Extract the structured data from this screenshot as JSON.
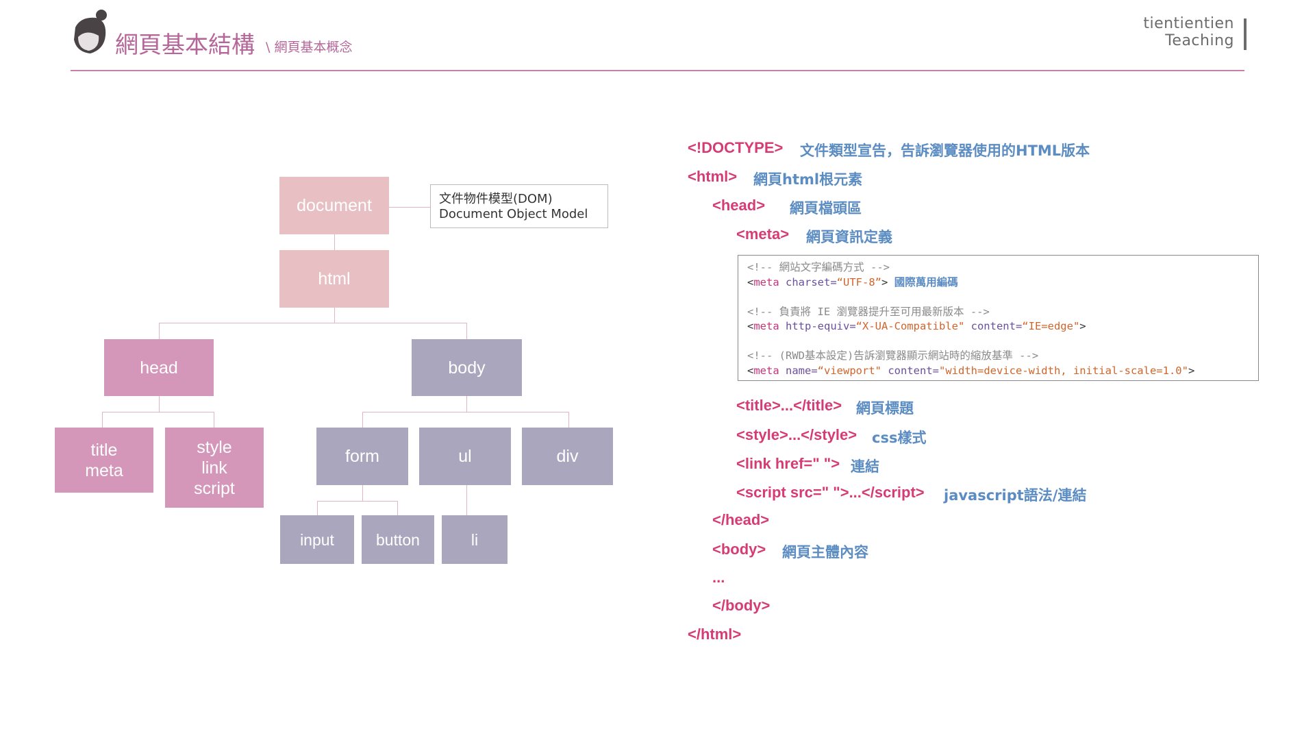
{
  "header": {
    "title": "網頁基本結構",
    "subtitle": "\\ 網頁基本概念",
    "logo_text": "tientientien",
    "brand_line1": "tientientien",
    "brand_line2": "Teaching"
  },
  "diagram": {
    "document": "document",
    "dom_note_1": "文件物件模型(DOM)",
    "dom_note_2": "Document Object Model",
    "html": "html",
    "head": "head",
    "body": "body",
    "head_child_1": "title\nmeta",
    "head_child_2": "style\nlink\nscript",
    "form": "form",
    "ul": "ul",
    "div": "div",
    "input": "input",
    "button": "button",
    "li": "li"
  },
  "structure": [
    {
      "tag": "<!DOCTYPE>",
      "desc": "文件類型宣告，告訴瀏覽器使用的HTML版本"
    },
    {
      "tag": "<html>",
      "desc": "網頁html根元素"
    },
    {
      "tag": "<head>",
      "desc": "網頁檔頭區"
    },
    {
      "tag": "<meta>",
      "desc": "網頁資訊定義"
    },
    {
      "tag": "<title>...</title>",
      "desc": "網頁標題"
    },
    {
      "tag": "<style>...</style>",
      "desc": "css樣式"
    },
    {
      "tag": "<link href=\" \">",
      "desc": "連結"
    },
    {
      "tag": "<script src=\" \">...</script>",
      "desc": "javascript語法/連結"
    },
    {
      "tag": "</head>"
    },
    {
      "tag": "<body>",
      "desc": "網頁主體內容"
    },
    {
      "tag": "..."
    },
    {
      "tag": "</body>"
    },
    {
      "tag": "</html>"
    }
  ],
  "code": {
    "c1": "<!-- 網站文字編碼方式 -->",
    "c1_note": "國際萬用編碼",
    "c2": "<!-- 負責將 IE 瀏覽器提升至可用最新版本 -->",
    "c3": "<!-- (RWD基本設定)告訴瀏覽器顯示網站時的縮放基準 -->",
    "lt": "<",
    "gt": ">",
    "meta": "meta",
    "charset_attr": " charset=",
    "charset_val": "“UTF-8”",
    "he_attr": " http-equiv=",
    "he_val": "“X-UA-Compatible\"",
    "content_attr": " content=",
    "he_content": "“IE=edge\"",
    "name_attr": " name=",
    "name_val": "“viewport\"",
    "vp_content": "\"width=device-width, initial-scale=1.0\""
  }
}
